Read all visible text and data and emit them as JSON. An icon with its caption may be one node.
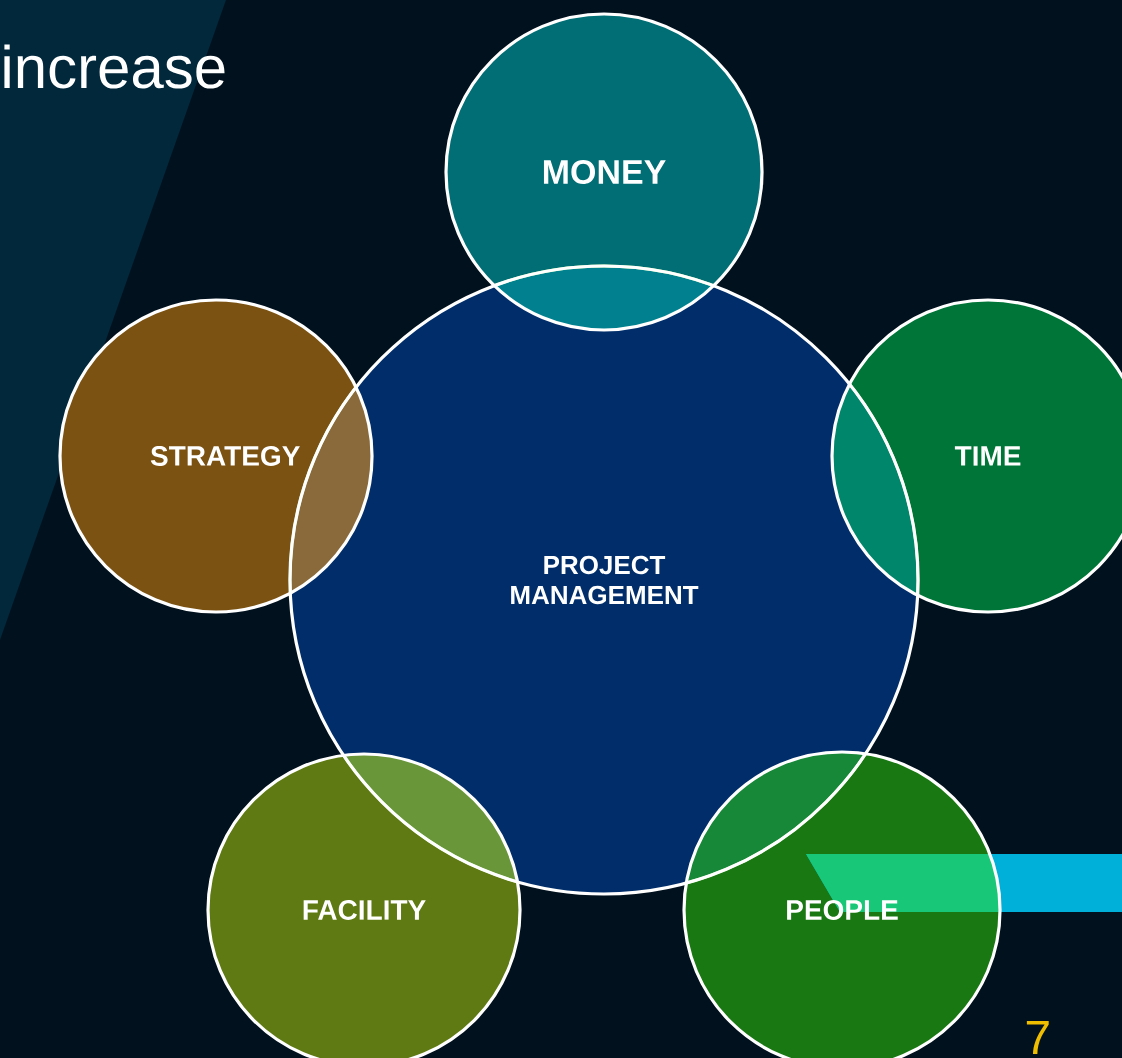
{
  "diagram": {
    "nodes": [
      {
        "text": [
          "PROJECT MANAGEMENT"
        ]
      },
      {
        "text": [
          "MONEY"
        ]
      },
      {
        "text": [
          "TIME"
        ]
      },
      {
        "text": [
          "STRATEGY"
        ]
      },
      {
        "text": [
          "FACILITY"
        ]
      },
      {
        "text": [
          "PEOPLE"
        ]
      }
    ],
    "labels": [
      "increase",
      "7"
    ]
  }
}
